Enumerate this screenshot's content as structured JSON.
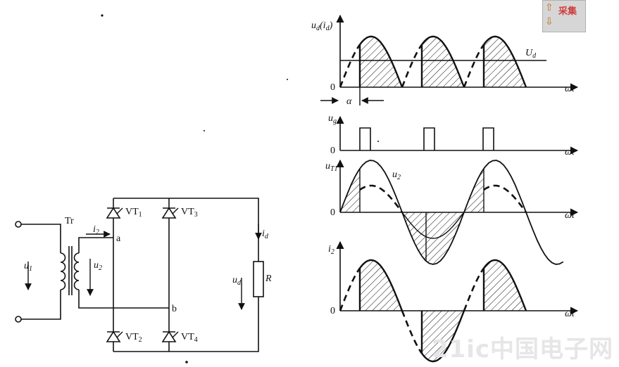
{
  "circuit": {
    "u1": "u",
    "u1_sub": "1",
    "tr": "Tr",
    "i2": "i",
    "i2_sub": "2",
    "u2": "u",
    "u2_sub": "2",
    "node_a": "a",
    "node_b": "b",
    "vt1": "VT",
    "vt1_sub": "1",
    "vt2": "VT",
    "vt2_sub": "2",
    "vt3": "VT",
    "vt3_sub": "3",
    "vt4": "VT",
    "vt4_sub": "4",
    "id": "i",
    "id_sub": "d",
    "ud": "u",
    "ud_sub": "d",
    "r": "R"
  },
  "waveforms": {
    "ud_label": "u",
    "ud_sub": "d",
    "ud_paren": "(i",
    "ud_paren_sub": "d",
    "ud_close": ")",
    "Ud_label": "U",
    "Ud_sub": "d",
    "alpha": "α",
    "ug_label": "u",
    "ug_sub": "g",
    "uvt_label": "u",
    "uvt_sub": "T1",
    "u2_label": "u",
    "u2_sub": "2",
    "i2_label": "i",
    "i2_sub": "2",
    "zero": "0",
    "wt": "ωt"
  },
  "watermark": "21ic中国电子网",
  "corner": {
    "text": "采集",
    "up_icon": "⇧",
    "down_icon": "⇩"
  }
}
